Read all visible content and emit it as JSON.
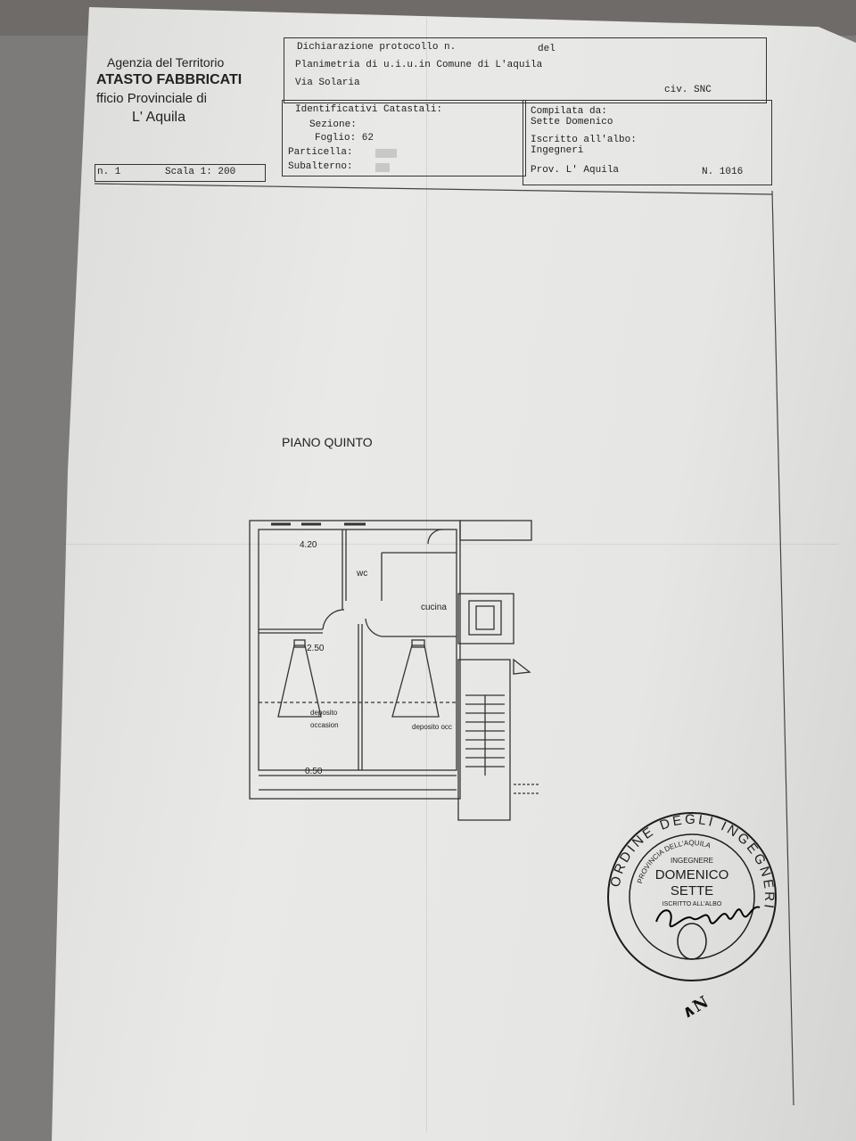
{
  "header_left": {
    "agency": "Agenzia del Territorio",
    "catasto": "ATASTO FABBRICATI",
    "office": "fficio Provinciale di",
    "city": "L' Aquila"
  },
  "sheet": {
    "number": "n. 1",
    "scale": "Scala 1: 200"
  },
  "declaration": {
    "protocol": "Dichiarazione protocollo n.",
    "del": "del",
    "planimetry": "Planimetria di u.i.u.in Comune di L'aquila",
    "street": "Via Solaria",
    "civic": "civ. SNC"
  },
  "identifiers": {
    "title": "Identificativi Catastali:",
    "sezione": "Sezione:",
    "foglio": "Foglio: 62",
    "particella": "Particella:",
    "subalterno": "Subalterno:"
  },
  "compiled": {
    "label": "Compilata da:",
    "name": "Sette Domenico",
    "registered": "Iscritto all'albo:",
    "profession": "Ingegneri",
    "province": "Prov. L' Aquila",
    "number": "N.  1016"
  },
  "plan": {
    "floor": "PIANO QUINTO",
    "dim_top": "4.20",
    "dim_mid": "2.50",
    "dim_bottom": "0.50",
    "wc": "wc",
    "kitchen": "cucina",
    "storage_left_1": "deposito",
    "storage_left_2": "occasion",
    "storage_right": "deposito occ"
  },
  "stamp": {
    "ring": "ORDINE DEGLI INGEGNERI",
    "province": "PROVINCIA DELL'AQUILA",
    "title": "INGEGNERE",
    "first": "DOMENICO",
    "last": "SETTE",
    "albo": "ISCRITTO ALL'ALBO"
  }
}
